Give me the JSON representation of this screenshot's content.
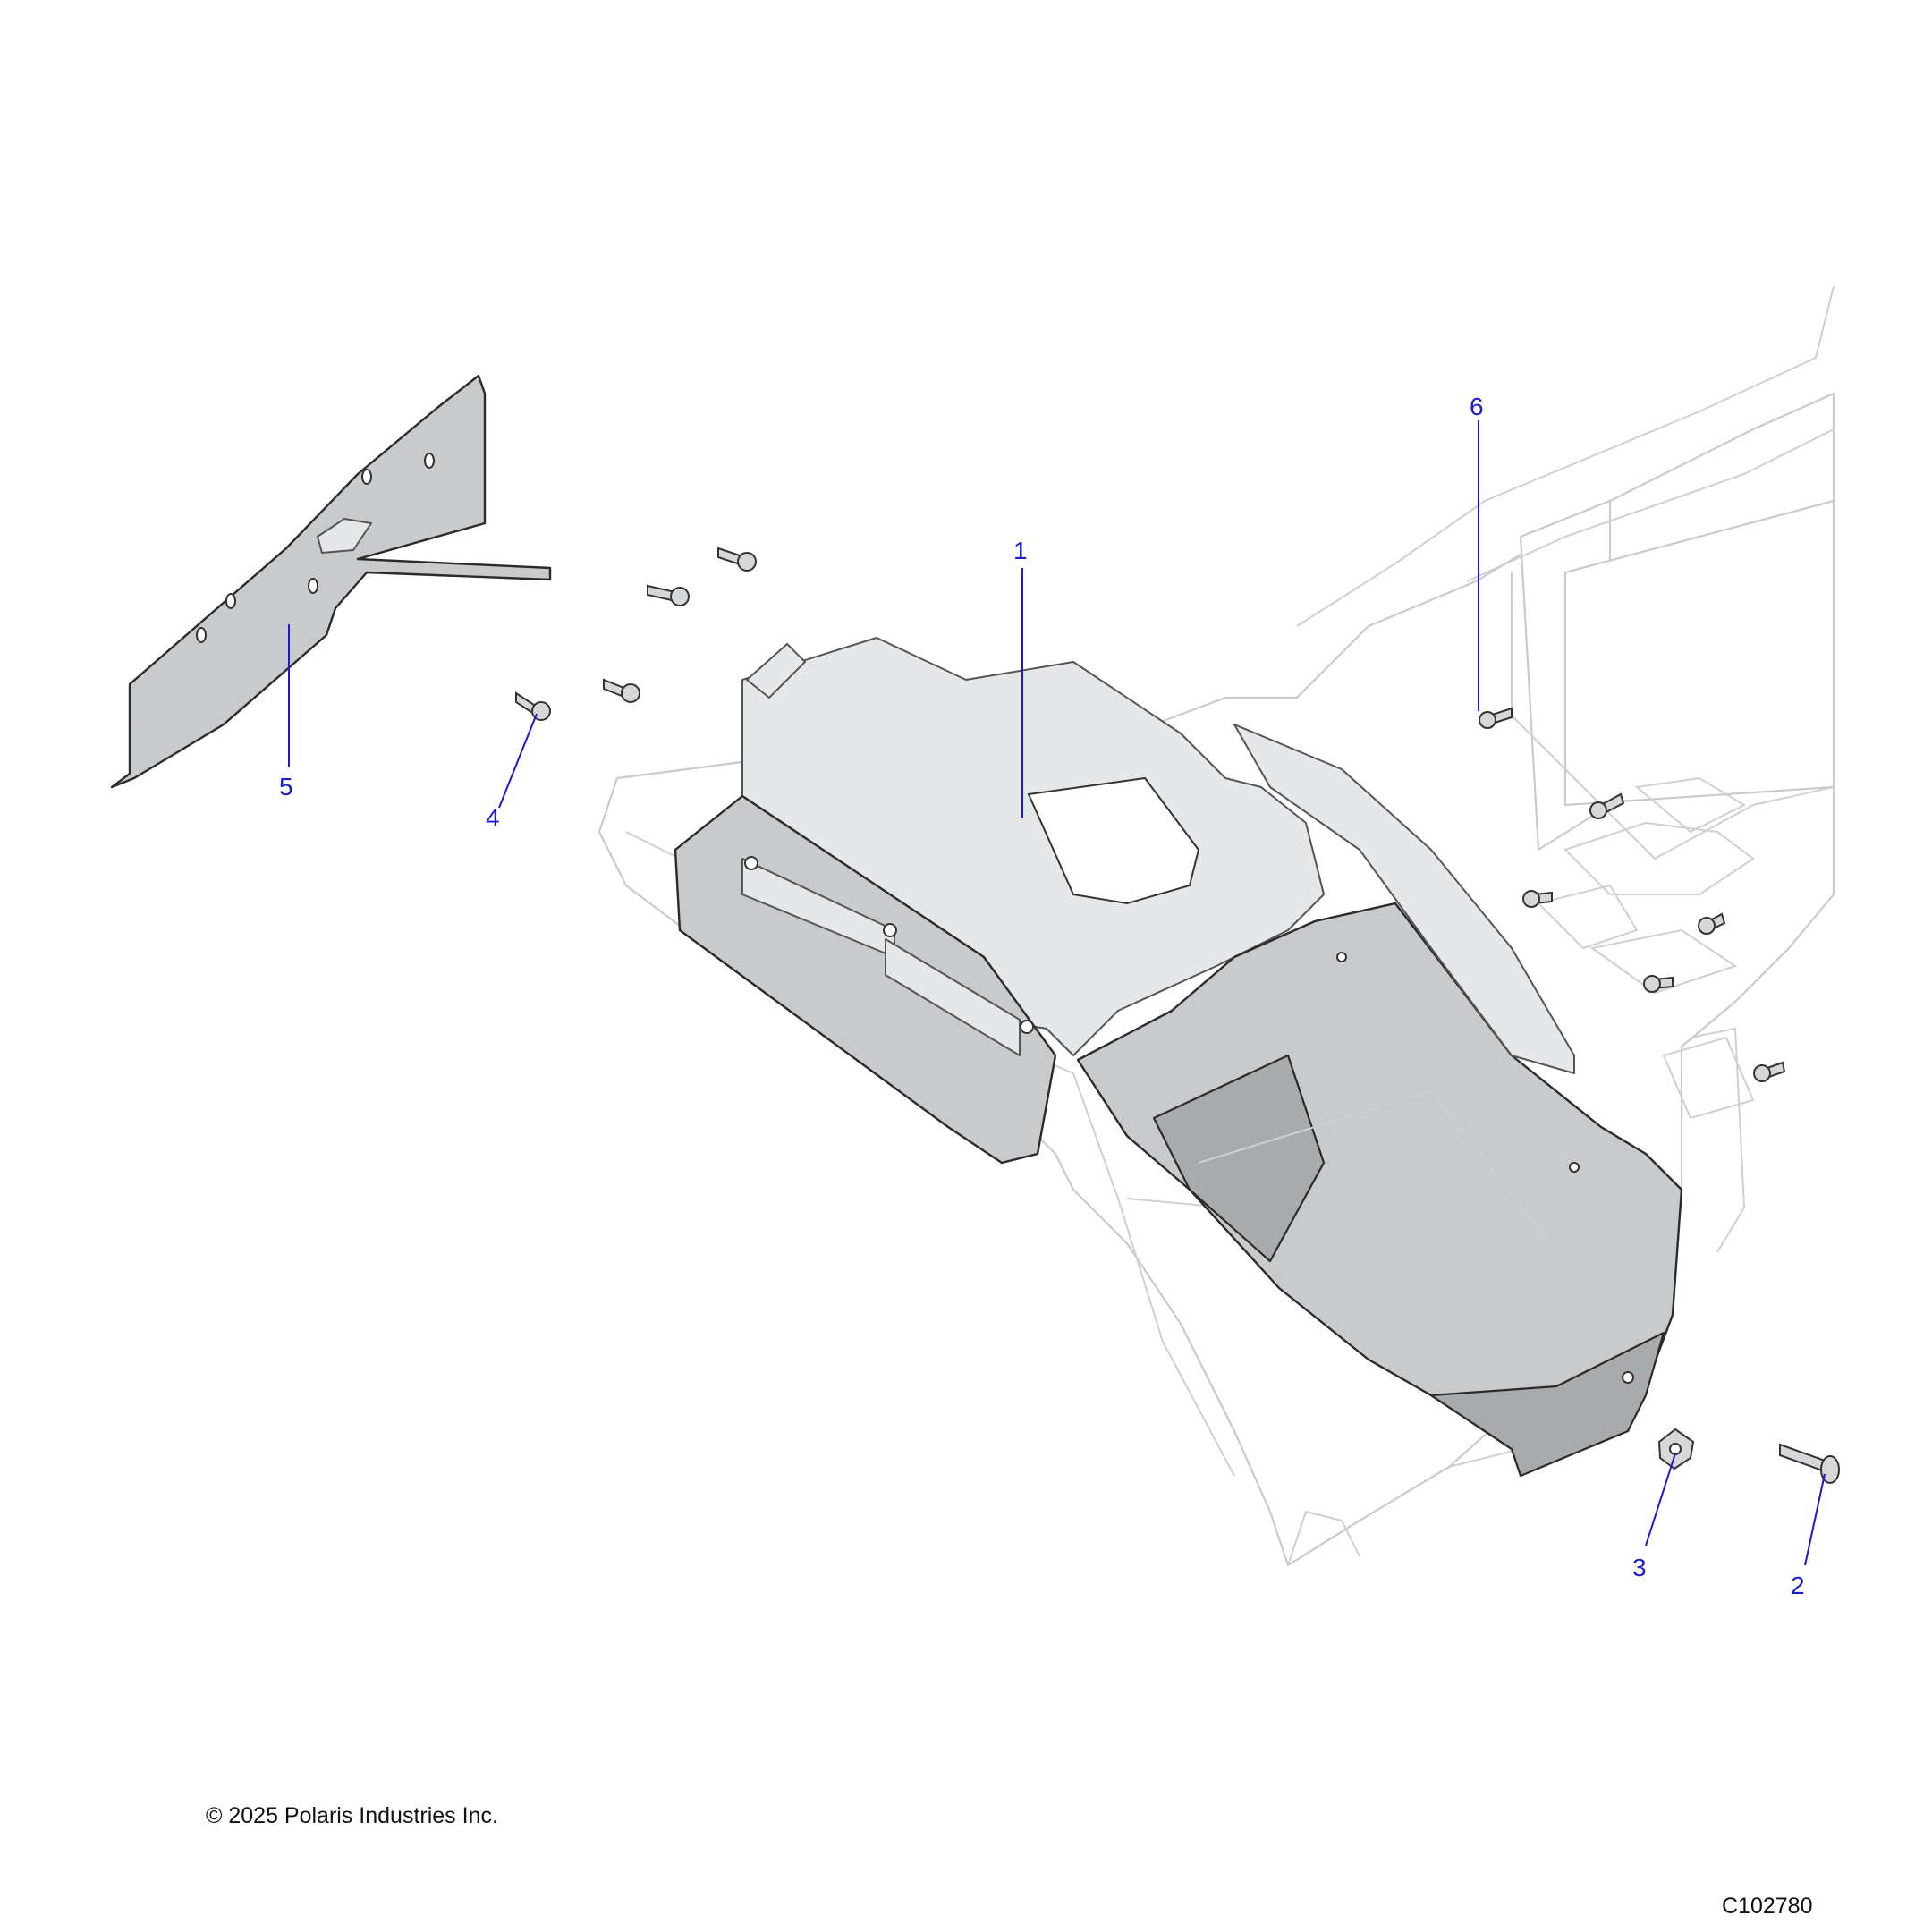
{
  "callouts": [
    {
      "id": "1",
      "label": "1"
    },
    {
      "id": "2",
      "label": "2"
    },
    {
      "id": "3",
      "label": "3"
    },
    {
      "id": "4",
      "label": "4"
    },
    {
      "id": "5",
      "label": "5"
    },
    {
      "id": "6",
      "label": "6"
    }
  ],
  "footer": {
    "copyright": "© 2025 Polaris Industries Inc.",
    "figure_id": "C102780"
  },
  "colors": {
    "callout": "#1a1ad0",
    "shield_fill": "#c9cacb",
    "frame_outline": "#c8cacc"
  }
}
